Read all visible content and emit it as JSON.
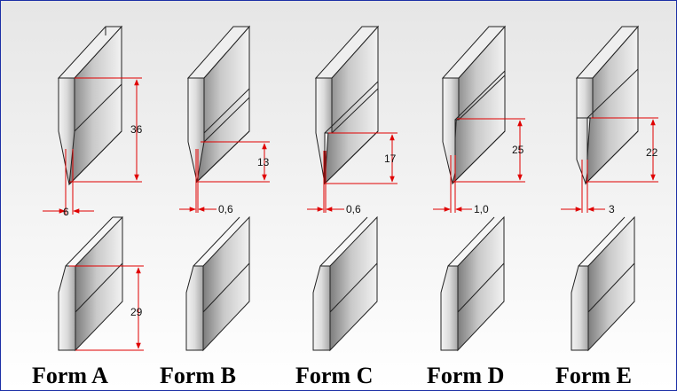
{
  "forms": [
    {
      "label": "Form A",
      "height_top": "36",
      "width_label": "6",
      "height_bottom": "29"
    },
    {
      "label": "Form B",
      "height_top": "13",
      "width_label": "0,6"
    },
    {
      "label": "Form C",
      "height_top": "17",
      "width_label": "0,6"
    },
    {
      "label": "Form D",
      "height_top": "25",
      "width_label": "1,0"
    },
    {
      "label": "Form E",
      "height_top": "22",
      "width_label": "3"
    }
  ],
  "colors": {
    "dimension": "#e00000",
    "border": "#1c2fa6",
    "outline": "#222222"
  }
}
